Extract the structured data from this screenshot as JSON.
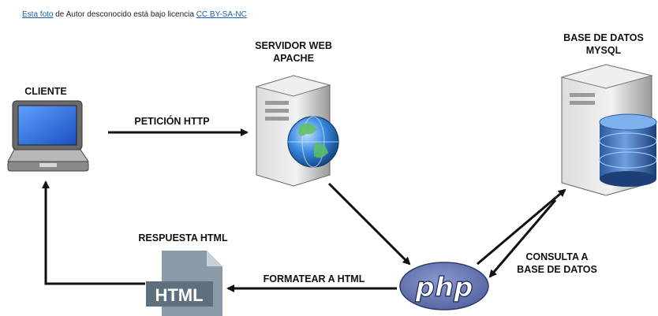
{
  "credit": {
    "link1": "Esta foto",
    "middle": " de Autor desconocido está bajo licencia ",
    "link2": "CC BY-SA-NC"
  },
  "nodes": {
    "client": "CLIENTE",
    "web_server_line1": "SERVIDOR WEB",
    "web_server_line2": "APACHE",
    "database_line1": "BASE DE DATOS",
    "database_line2": "MYSQL",
    "html_response": "RESPUESTA HTML",
    "html_icon_text": "HTML",
    "php_logo_text": "php"
  },
  "edges": {
    "http_request": "PETICIÓN HTTP",
    "format_html": "FORMATEAR A HTML",
    "db_query_line1": "CONSULTA A",
    "db_query_line2": "BASE DE DATOS"
  },
  "colors": {
    "arrow": "#111111",
    "php_blue": "#6c7eb7",
    "db_blue": "#3e6db3",
    "screen_blue": "#2f6fe0",
    "link": "#1a5fb4"
  }
}
